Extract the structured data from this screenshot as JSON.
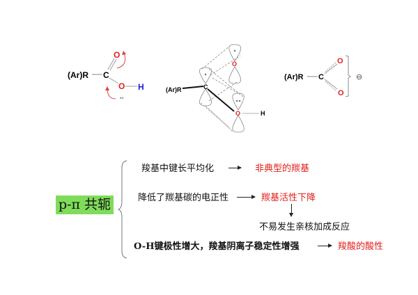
{
  "molecules": {
    "left": {
      "group": "(Ar)R",
      "carbon": "C",
      "o_top": "O",
      "o_bottom": "O",
      "h": "H",
      "lone_pair": "··"
    },
    "middle": {
      "group": "(Ar)R",
      "carbon": "C",
      "o_top": "O",
      "o_bottom": "O",
      "h": "H"
    },
    "right": {
      "group": "(Ar)R",
      "carbon": "C",
      "o_top": "O",
      "o_bottom": "O",
      "charge": "⊖"
    }
  },
  "concept": {
    "label": "p-π 共轭",
    "color": "#7fdc5a"
  },
  "effects": [
    {
      "cause": "羧基中键长平均化",
      "result": "非典型的羰基"
    },
    {
      "cause": "降低了羰基碳的电正性",
      "result": "羰基活性下降",
      "consequence": "不易发生亲核加成反应"
    },
    {
      "cause": "O-H键极性增大，羧基阴离子稳定性增强",
      "result": "羧酸的酸性"
    }
  ],
  "colors": {
    "oxygen": "#e0201c",
    "hydrogen": "#1a1adc",
    "result_text": "#e0201c"
  }
}
